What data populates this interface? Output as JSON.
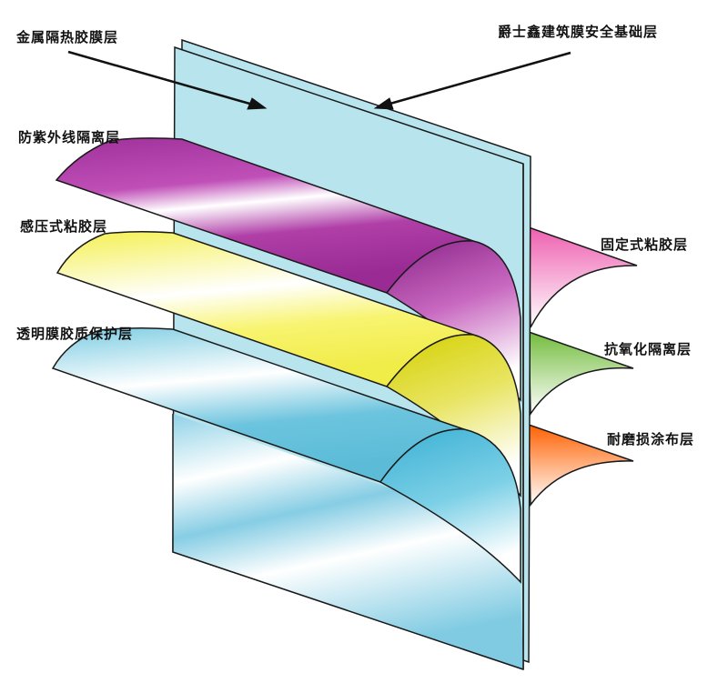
{
  "diagram": {
    "title": "",
    "labels": {
      "metal_heat_insulation": "金属隔热胶膜层",
      "uv_isolation": "防紫外线隔离层",
      "pressure_sensitive_adhesive": "感压式粘胶层",
      "transparent_protective": "透明膜胶质保护层",
      "base_layer": "爵士鑫建筑膜安全基础层",
      "fixed_adhesive": "固定式粘胶层",
      "anti_oxidation": "抗氧化隔离层",
      "abrasion_coating": "耐磨损涂布层"
    },
    "colors": {
      "panel": "#b8e4ee",
      "purple": "#a0309a",
      "yellow": "#f4f060",
      "cyan": "#4fb8d8",
      "pink": "#ee6fb8",
      "green": "#7cc24a",
      "orange": "#ff6a10",
      "outline": "#1a1a1a"
    }
  }
}
